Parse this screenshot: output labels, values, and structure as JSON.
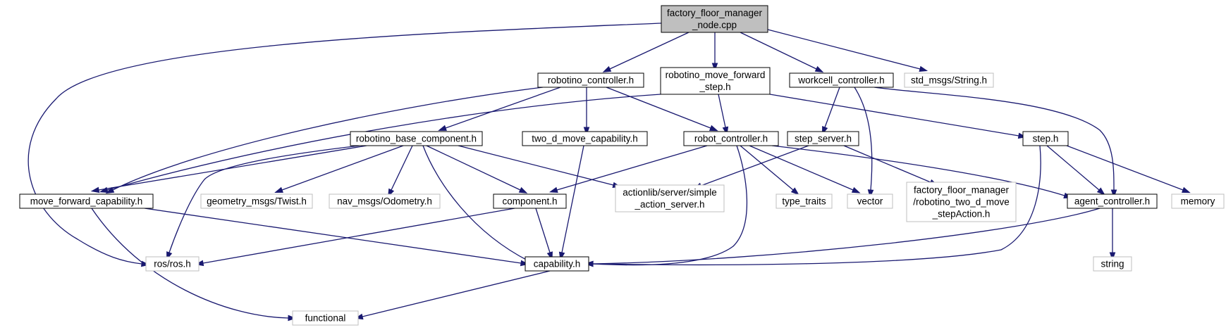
{
  "colors": {
    "edge": "#191970",
    "root_fill": "#bfbfbf",
    "node_border": "#000000",
    "external_border": "#bfbfbf",
    "text": "#000000"
  },
  "nodes": [
    {
      "id": "root",
      "kind": "root",
      "lines": [
        "factory_floor_manager",
        "_node.cpp"
      ]
    },
    {
      "id": "robotino_controller",
      "kind": "local",
      "lines": [
        "robotino_controller.h"
      ]
    },
    {
      "id": "robotino_move_forward_step",
      "kind": "local",
      "lines": [
        "robotino_move_forward",
        "_step.h"
      ]
    },
    {
      "id": "workcell_controller",
      "kind": "local",
      "lines": [
        "workcell_controller.h"
      ]
    },
    {
      "id": "std_msgs_string",
      "kind": "external",
      "lines": [
        "std_msgs/String.h"
      ]
    },
    {
      "id": "robotino_base_component",
      "kind": "local",
      "lines": [
        "robotino_base_component.h"
      ]
    },
    {
      "id": "two_d_move_capability",
      "kind": "local",
      "lines": [
        "two_d_move_capability.h"
      ]
    },
    {
      "id": "robot_controller",
      "kind": "local",
      "lines": [
        "robot_controller.h"
      ]
    },
    {
      "id": "step_server",
      "kind": "local",
      "lines": [
        "step_server.h"
      ]
    },
    {
      "id": "step",
      "kind": "local",
      "lines": [
        "step.h"
      ]
    },
    {
      "id": "move_forward_capability",
      "kind": "local",
      "lines": [
        "move_forward_capability.h"
      ]
    },
    {
      "id": "geometry_msgs_twist",
      "kind": "external",
      "lines": [
        "geometry_msgs/Twist.h"
      ]
    },
    {
      "id": "nav_msgs_odometry",
      "kind": "external",
      "lines": [
        "nav_msgs/Odometry.h"
      ]
    },
    {
      "id": "component",
      "kind": "local",
      "lines": [
        "component.h"
      ]
    },
    {
      "id": "actionlib_simple_action_server",
      "kind": "external",
      "lines": [
        "actionlib/server/simple",
        "_action_server.h"
      ]
    },
    {
      "id": "type_traits",
      "kind": "external",
      "lines": [
        "type_traits"
      ]
    },
    {
      "id": "vector",
      "kind": "external",
      "lines": [
        "vector"
      ]
    },
    {
      "id": "robotino_two_d_move_step_action",
      "kind": "external",
      "lines": [
        "factory_floor_manager",
        "/robotino_two_d_move",
        "_stepAction.h"
      ]
    },
    {
      "id": "agent_controller",
      "kind": "local",
      "lines": [
        "agent_controller.h"
      ]
    },
    {
      "id": "memory",
      "kind": "external",
      "lines": [
        "memory"
      ]
    },
    {
      "id": "ros_ros",
      "kind": "external",
      "lines": [
        "ros/ros.h"
      ]
    },
    {
      "id": "capability",
      "kind": "local",
      "lines": [
        "capability.h"
      ]
    },
    {
      "id": "string",
      "kind": "external",
      "lines": [
        "string"
      ]
    },
    {
      "id": "functional",
      "kind": "external",
      "lines": [
        "functional"
      ]
    }
  ],
  "edges": [
    {
      "from": "root",
      "to": "robotino_controller"
    },
    {
      "from": "root",
      "to": "robotino_move_forward_step"
    },
    {
      "from": "root",
      "to": "workcell_controller"
    },
    {
      "from": "root",
      "to": "std_msgs_string"
    },
    {
      "from": "root",
      "to": "ros_ros"
    },
    {
      "from": "robotino_controller",
      "to": "robotino_base_component"
    },
    {
      "from": "robotino_controller",
      "to": "two_d_move_capability"
    },
    {
      "from": "robotino_controller",
      "to": "robot_controller"
    },
    {
      "from": "robotino_controller",
      "to": "move_forward_capability"
    },
    {
      "from": "robotino_move_forward_step",
      "to": "robot_controller"
    },
    {
      "from": "robotino_move_forward_step",
      "to": "step"
    },
    {
      "from": "robotino_move_forward_step",
      "to": "move_forward_capability"
    },
    {
      "from": "workcell_controller",
      "to": "step_server"
    },
    {
      "from": "workcell_controller",
      "to": "vector"
    },
    {
      "from": "workcell_controller",
      "to": "agent_controller"
    },
    {
      "from": "robotino_base_component",
      "to": "move_forward_capability"
    },
    {
      "from": "robotino_base_component",
      "to": "geometry_msgs_twist"
    },
    {
      "from": "robotino_base_component",
      "to": "nav_msgs_odometry"
    },
    {
      "from": "robotino_base_component",
      "to": "component"
    },
    {
      "from": "robotino_base_component",
      "to": "actionlib_simple_action_server"
    },
    {
      "from": "robotino_base_component",
      "to": "capability"
    },
    {
      "from": "robotino_base_component",
      "to": "ros_ros"
    },
    {
      "from": "two_d_move_capability",
      "to": "capability"
    },
    {
      "from": "robot_controller",
      "to": "component"
    },
    {
      "from": "robot_controller",
      "to": "type_traits"
    },
    {
      "from": "robot_controller",
      "to": "vector"
    },
    {
      "from": "robot_controller",
      "to": "agent_controller"
    },
    {
      "from": "robot_controller",
      "to": "capability"
    },
    {
      "from": "step_server",
      "to": "actionlib_simple_action_server"
    },
    {
      "from": "step_server",
      "to": "robotino_two_d_move_step_action"
    },
    {
      "from": "step",
      "to": "agent_controller"
    },
    {
      "from": "step",
      "to": "memory"
    },
    {
      "from": "step",
      "to": "capability"
    },
    {
      "from": "move_forward_capability",
      "to": "capability"
    },
    {
      "from": "move_forward_capability",
      "to": "functional"
    },
    {
      "from": "component",
      "to": "capability"
    },
    {
      "from": "component",
      "to": "ros_ros"
    },
    {
      "from": "agent_controller",
      "to": "capability"
    },
    {
      "from": "agent_controller",
      "to": "string"
    },
    {
      "from": "capability",
      "to": "functional"
    }
  ]
}
